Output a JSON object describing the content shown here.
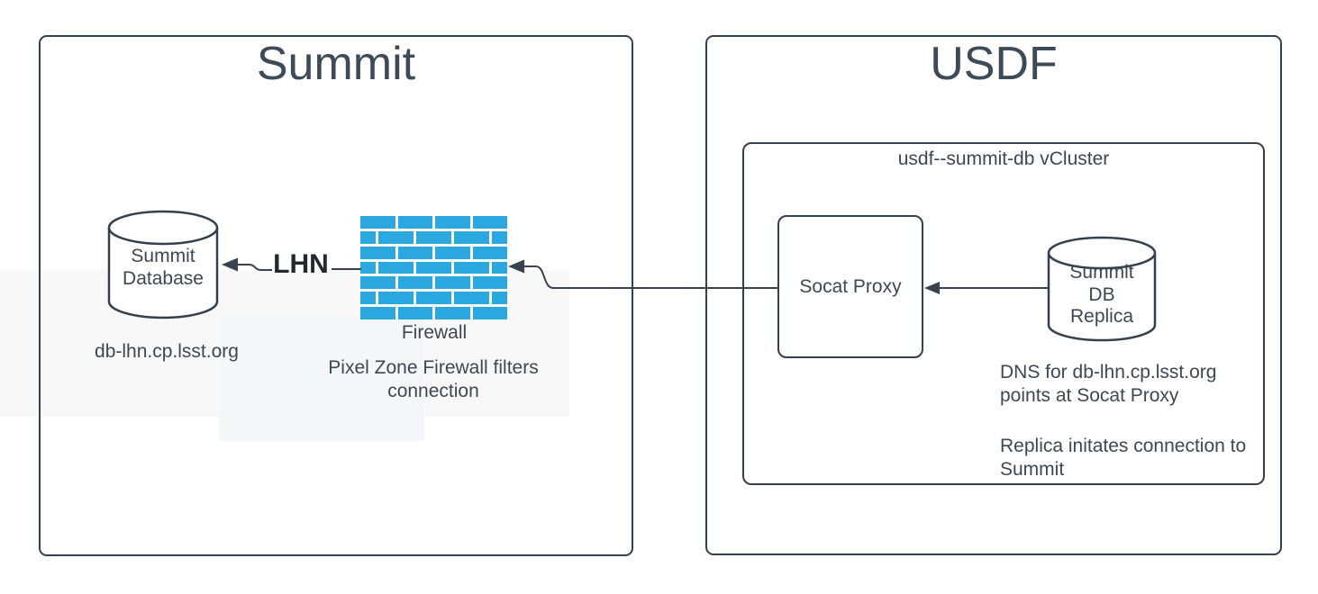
{
  "colors": {
    "stroke": "#33404e",
    "text": "#3d4852",
    "brick_blue": "#2ca8e0",
    "lhn_text": "#23282d"
  },
  "summit": {
    "title": "Summit",
    "database_label": "Summit\nDatabase",
    "database_hostname": "db-lhn.cp.lsst.org",
    "lhn_link_label": "LHN",
    "firewall_label": "Firewall",
    "firewall_caption": "Pixel Zone Firewall filters\nconnection"
  },
  "usdf": {
    "title": "USDF",
    "vcluster_label": "usdf--summit-db vCluster",
    "socat_proxy_label": "Socat Proxy",
    "replica_label": "Summit\nDB\nReplica",
    "dns_note": "DNS for db-lhn.cp.lsst.org\npoints at Socat Proxy",
    "replica_note": "Replica initates connection to\nSummit"
  }
}
